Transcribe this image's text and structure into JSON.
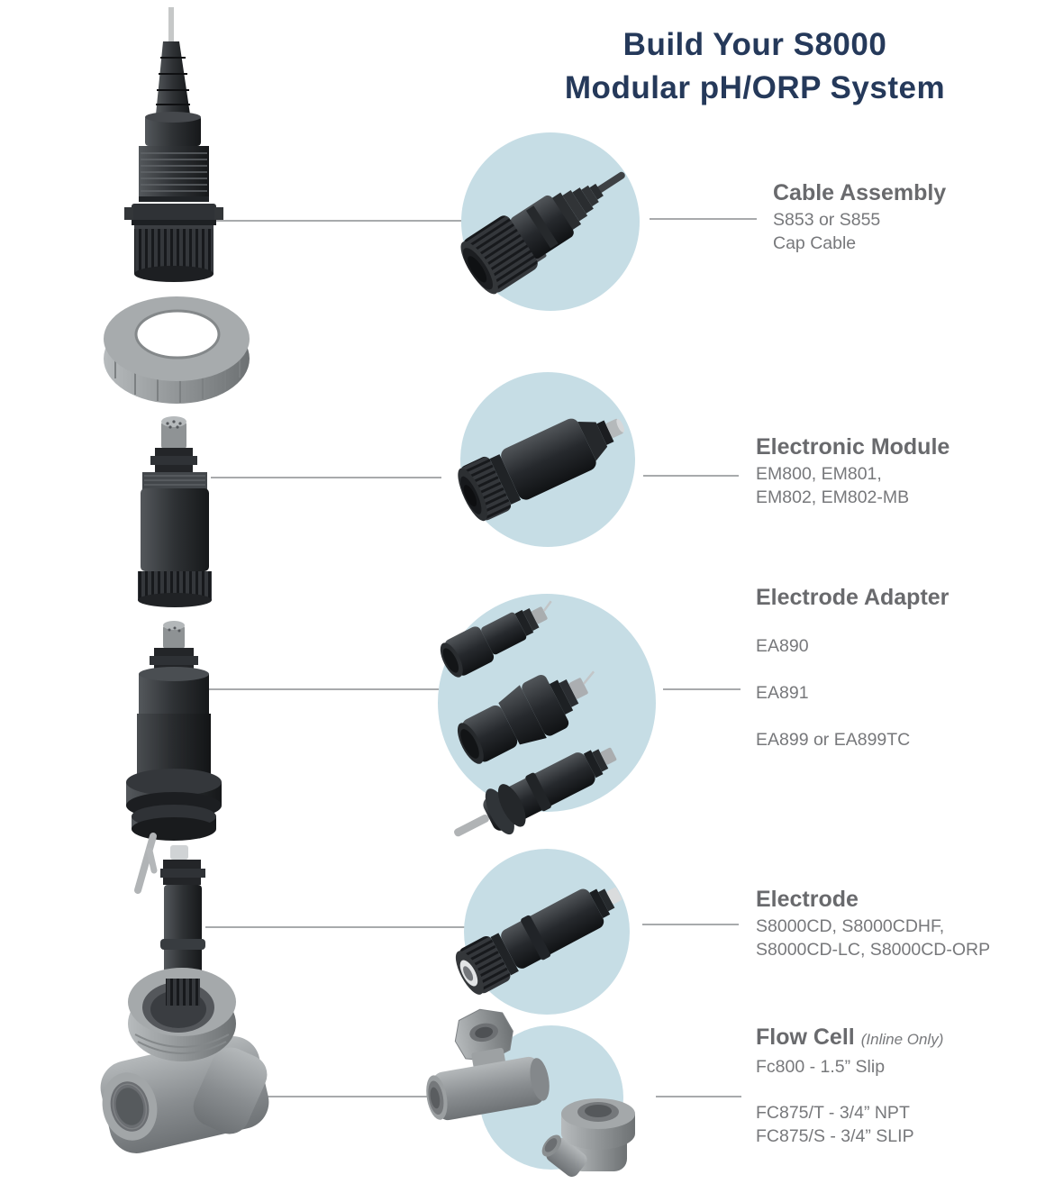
{
  "title": {
    "line1": "Build Your S8000",
    "line2": "Modular pH/ORP System"
  },
  "sections": [
    {
      "heading": "Cable Assembly",
      "lines": [
        "S853 or S855",
        "Cap Cable"
      ]
    },
    {
      "heading": "Electronic Module",
      "lines": [
        "EM800, EM801,",
        "EM802, EM802-MB"
      ]
    },
    {
      "heading": "Electrode Adapter",
      "lines": [
        "EA890",
        "EA891",
        "EA899 or EA899TC"
      ]
    },
    {
      "heading": "Electrode",
      "lines": [
        "S8000CD, S8000CDHF,",
        "S8000CD-LC, S8000CD-ORP"
      ]
    },
    {
      "heading": "Flow Cell",
      "heading_note": "(Inline Only)",
      "lines": [
        "Fc800 - 1.5” Slip",
        "FC875/T - 3/4” NPT",
        "FC875/S - 3/4” SLIP"
      ]
    }
  ],
  "illustrations": {
    "exploded_assembly_parts": [
      "cap-cable",
      "locking-ring",
      "electronic-module",
      "electrode-adapter",
      "electrode",
      "flow-cell"
    ],
    "detail_photos": [
      "cable-assembly-photo",
      "electronic-module-photo",
      "electrode-adapter-photo",
      "electrode-photo",
      "flow-cell-photo"
    ]
  },
  "colors": {
    "background": "#ffffff",
    "title_navy": "#25395a",
    "label_heading_gray": "#696a6d",
    "label_text_gray": "#77787b",
    "circle_blue": "#c6dde5",
    "leader_line_gray": "#8c8e90",
    "part_dark": "#2b2e31",
    "part_gray": "#9fa3a5"
  }
}
